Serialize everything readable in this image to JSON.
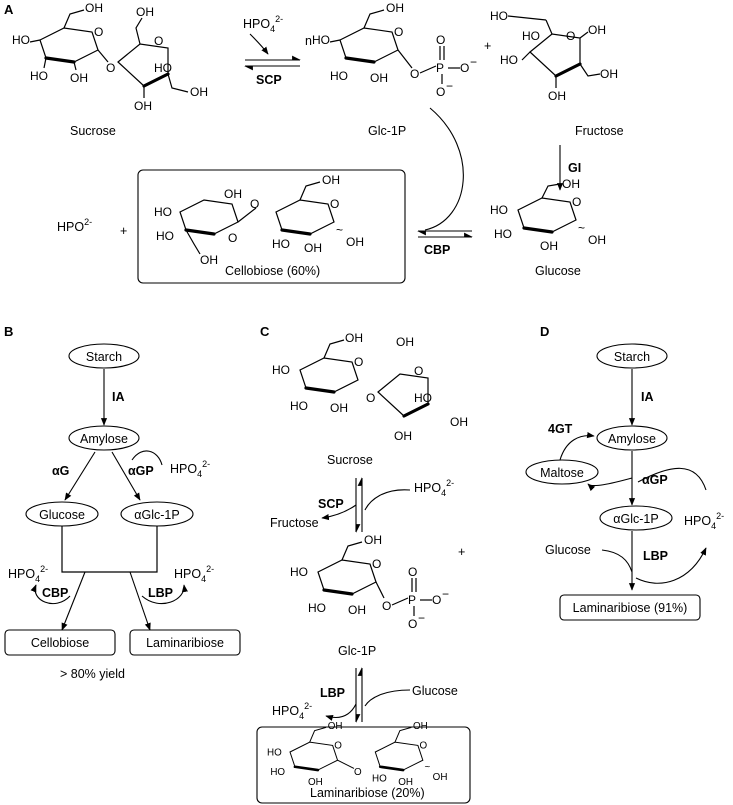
{
  "panels": {
    "a": "A",
    "b": "B",
    "c": "C",
    "d": "D"
  },
  "atoms": {
    "oh": "OH",
    "ho": "HO",
    "o": "O",
    "p": "P",
    "o_minus": "O",
    "minus": "−",
    "hpo4": "HPO",
    "sub4": "4",
    "sup2": "2-",
    "plus": "+",
    "n": "n",
    "wave": "~"
  },
  "panel_a": {
    "sucrose": "Sucrose",
    "glc1p": "Glc-1P",
    "fructose": "Fructose",
    "glucose": "Glucose",
    "cellobiose": "Cellobiose (60%)",
    "enz_scp": "SCP",
    "enz_gi": "GI",
    "enz_cbp": "CBP"
  },
  "panel_b": {
    "starch": "Starch",
    "amylose": "Amylose",
    "glucose": "Glucose",
    "aglc1p": "αGlc-1P",
    "cellobiose": "Cellobiose",
    "laminaribiose": "Laminaribiose",
    "enz_ia": "IA",
    "enz_ag": "αG",
    "enz_agp": "αGP",
    "enz_cbp": "CBP",
    "enz_lbp": "LBP",
    "yield": "> 80% yield"
  },
  "panel_c": {
    "sucrose": "Sucrose",
    "fructose": "Fructose",
    "glc1p": "Glc-1P",
    "glucose": "Glucose",
    "laminaribiose": "Laminaribiose (20%)",
    "enz_scp": "SCP",
    "enz_lbp": "LBP"
  },
  "panel_d": {
    "starch": "Starch",
    "amylose": "Amylose",
    "maltose": "Maltose",
    "aglc1p": "αGlc-1P",
    "glucose": "Glucose",
    "laminaribiose": "Laminaribiose (91%)",
    "enz_ia": "IA",
    "enz_4gt": "4GT",
    "enz_agp": "αGP",
    "enz_lbp": "LBP"
  }
}
